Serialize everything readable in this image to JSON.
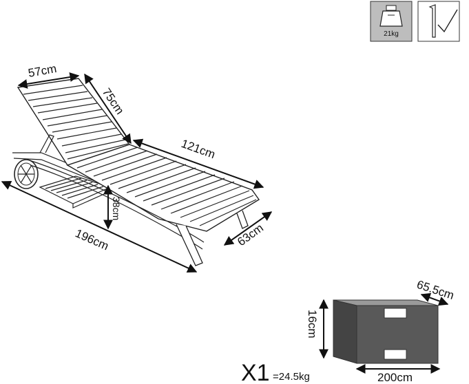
{
  "weight_icon": {
    "label": "21kg",
    "icon": "scale-weight-icon",
    "bg": "#bdbdbd"
  },
  "tool_icon": {
    "icon": "allen-key-check-icon"
  },
  "dimensions": {
    "width_back": "57cm",
    "back_length": "75cm",
    "seat_length": "121cm",
    "total_length": "196cm",
    "height": "38cm",
    "width": "63cm"
  },
  "package": {
    "depth": "65.5cm",
    "height": "16cm",
    "length": "200cm",
    "box_color": "#595959",
    "quantity": "X1",
    "weight": "=24.5kg"
  }
}
